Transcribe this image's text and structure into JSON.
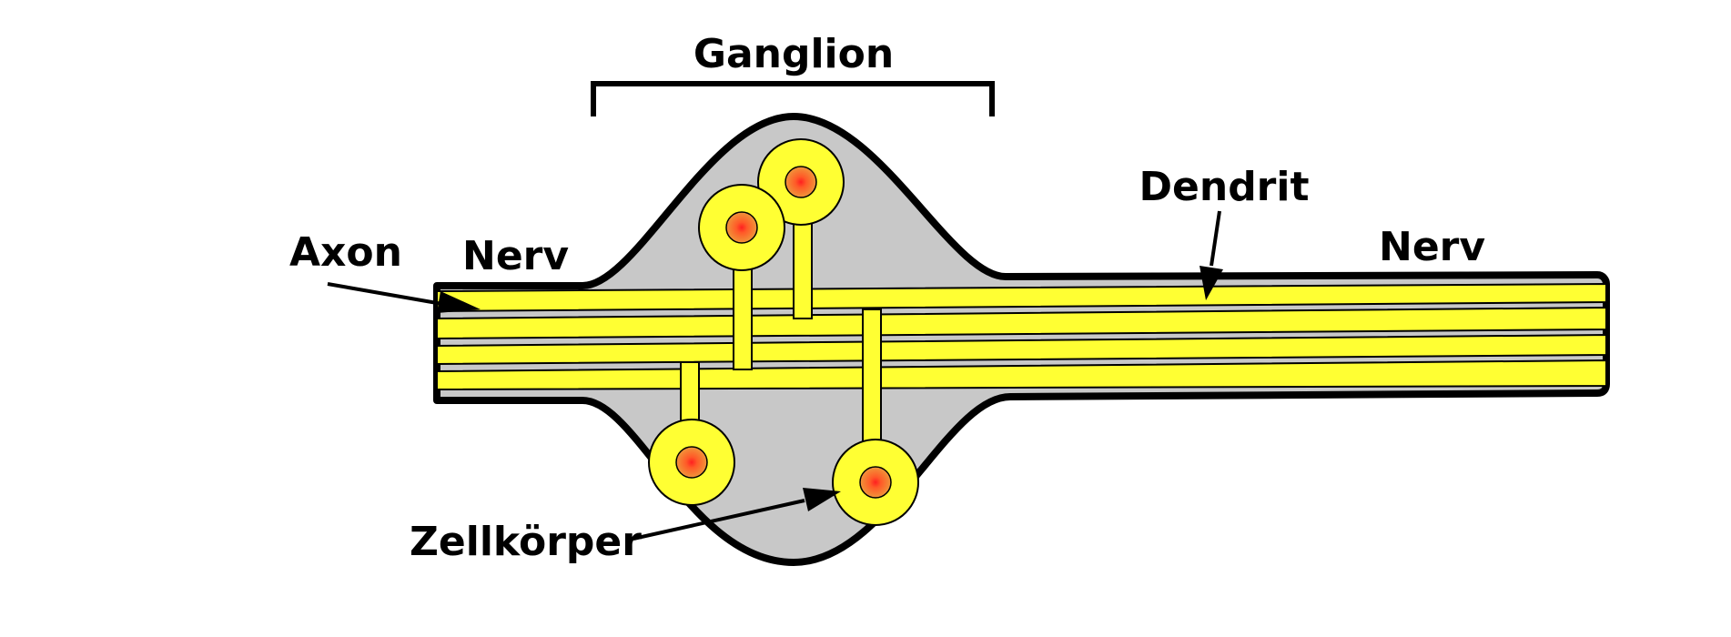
{
  "labels": {
    "ganglion": "Ganglion",
    "dendrit": "Dendrit",
    "axon": "Axon",
    "nerv_left": "Nerv",
    "nerv_right": "Nerv",
    "zellkoerper": "Zellkörper"
  },
  "colors": {
    "ganglion_fill": "#c8c8c8",
    "outline": "#000000",
    "fiber": "#ffff33",
    "nucleus": "#f08a30",
    "nucleolus": "#ff2020"
  }
}
